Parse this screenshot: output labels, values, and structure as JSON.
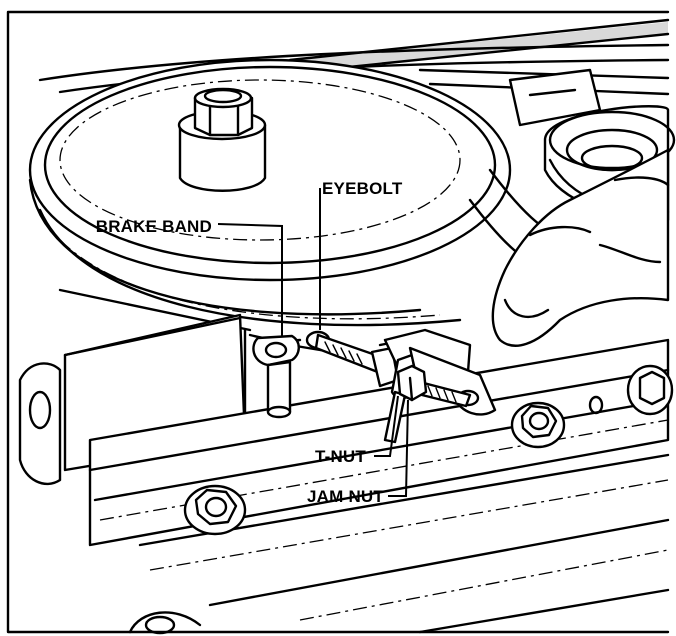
{
  "labels": {
    "eyebolt": "EYEBOLT",
    "brake_band": "BRAKE BAND",
    "t_nut": "T-NUT",
    "jam_nut": "JAM NUT"
  }
}
